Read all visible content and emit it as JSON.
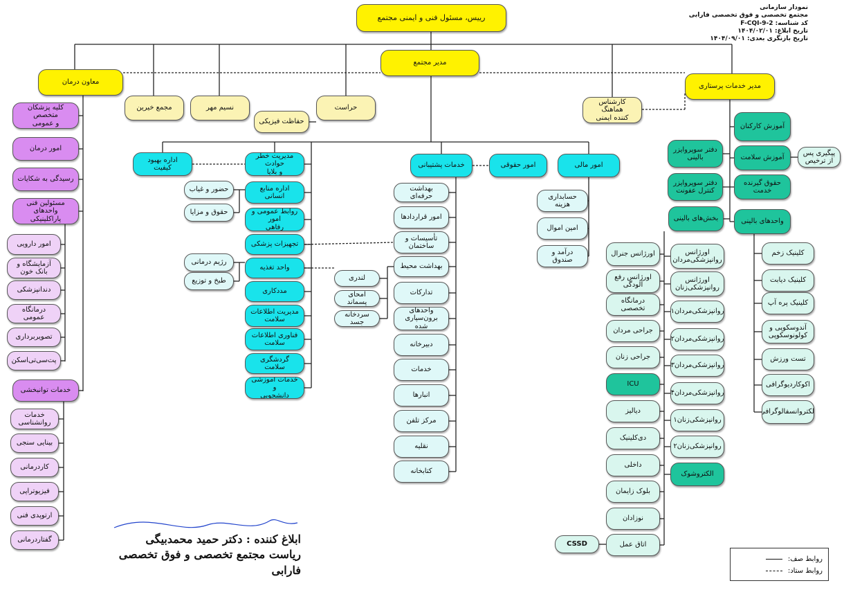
{
  "header": {
    "title": "نمودار سازمانی",
    "org": "مجتمع تخصصی و فوق تخصصی فارابی",
    "code": "کد شناسه: F-CQI-9-2",
    "issue_date": "تاریخ ابلاغ: ۱۴۰۴/۰۲/۰۱",
    "review_date": "تاریخ بازنگری بعدی: ۱۴۰۴/۰۹/۰۱"
  },
  "nodes": {
    "ceo": "رییس، مسئول فنی و ایمنی مجتمع",
    "director": "مدیر مجتمع",
    "treatment_deputy": "معاون درمان",
    "nursing_manager": "مدیر خدمات پرستاری",
    "benefactors": "مجمع خیرین",
    "seal": "نسیم مهر",
    "security": "حراست",
    "physical_protection": "حفاظت فیزیکی",
    "safety_expert": "کارشناس هماهنگ\nکننده ایمنی",
    "physicians": "کلیه پزشکان متخصص\nو عمومی",
    "medical_affairs": "امور درمان",
    "complaints": "رسیدگی به شکایات",
    "paraclinic_heads": "مسئولین فنی\nواحدهای پاراکلینیکی",
    "pharmacy": "امور دارویی",
    "lab": "آزمایشگاه و\nبانک خون",
    "dentistry": "دندانپزشکی",
    "general_clinic": "درمانگاه عمومی",
    "imaging": "تصویربرداری",
    "petscan": "پت‌سی‌تی‌اسکن",
    "rehab": "خدمات توانبخشی",
    "psychology": "خدمات\nروانشناسی",
    "optometry": "بینایی سنجی",
    "ot": "کاردرمانی",
    "physio": "فیزیوتراپی",
    "orthotics": "ارتوپدی فنی",
    "speech": "گفتاردرمانی",
    "quality": "اداره بهبود کیفیت",
    "disaster": "مدیریت خطر حوادث\nو بلایا",
    "hr": "اداره منابع انسانی",
    "attendance": "حضور و غیاب",
    "salary": "حقوق و مزایا",
    "pr": "روابط عمومی و امور\nرفاهی",
    "med_equipment": "تجهیزات پزشکی",
    "nutrition": "واحد تغذیه",
    "diet": "رژیم درمانی",
    "cooking": "طبخ و توزیع",
    "social_work": "مددکاری",
    "him": "مدیریت اطلاعات\nسلامت",
    "hit": "فناوری اطلاعات\nسلامت",
    "health_tourism": "گردشگری سلامت",
    "education": "خدمات آموزشی و\nدانشجویی",
    "support": "خدمات پشتیبانی",
    "legal": "امور حقوقی",
    "finance": "امور مالی",
    "occ_health": "بهداشت حرفه‌ای",
    "contracts": "امور قراردادها",
    "facilities": "تأسیسات و\nساختمان",
    "env_health": "بهداشت محیط",
    "laundry": "لندری",
    "waste": "امحای پسماند",
    "morgue": "سردخانه جسد",
    "procurement": "تدارکات",
    "outsourced": "واحدهای\nبرون‌سپاری شده",
    "secretariat": "دبیرخانه",
    "services": "خدمات",
    "warehouses": "انبارها",
    "telephone": "مرکز تلفن",
    "transport": "نقلیه",
    "library": "کتابخانه",
    "cost_accounting": "حسابداری هزینه",
    "property": "امین اموال",
    "revenue": "درآمد و صندوق",
    "staff_training": "آموزش کارکنان",
    "health_education": "آموزش سلامت",
    "followup": "پیگیری پس\nاز ترخیص",
    "clinical_supervisor": "دفتر سوپروایزر\nبالینی",
    "infection_supervisor": "دفتر سوپروایزر\nکنترل عفونت",
    "patient_rights": "حقوق گیرنده\nخدمت",
    "clinical_wards": "بخش‌های بالینی",
    "clinical_units": "واحدهای بالینی",
    "em_general": "اورژانس جنرال",
    "em_triage": "اورژانس رفع\nآلودگی",
    "specialty_clinic": "درمانگاه تخصصی",
    "men_surgery": "جراحی مردان",
    "women_surgery": "جراحی زنان",
    "icu": "ICU",
    "dialysis": "دیالیز",
    "day_clinic": "دی‌کلینیک",
    "internal": "داخلی",
    "maternity": "بلوک زایمان",
    "neonatal": "نوزادان",
    "or": "اتاق عمل",
    "cssd": "CSSD",
    "em_psych_men": "اورژانس\nروانپزشکی‌مردان",
    "em_psych_women": "اورژانس\nروانپزشکی‌زنان",
    "psych_men1": "روانپزشکی‌مردان۱",
    "psych_men2": "روانپزشکی‌مردان۲",
    "psych_men3": "روانپزشکی‌مردان۳",
    "psych_men4": "روانپزشکی‌مردان۴",
    "psych_women1": "روانپزشکی‌زنان۱",
    "psych_women2": "روانپزشکی‌زنان۲",
    "ect": "الکتروشوک",
    "wound": "کلینیک زخم",
    "diabetes": "کلینیک دیابت",
    "pre_op": "کلینیک پره آپ",
    "endoscopy": "آندوسکوپی و\nکولونوسکوپی",
    "exercise_test": "تست ورزش",
    "echo": "اکوکاردیوگرافی",
    "eeg": "الکتروانسفالوگرافی"
  },
  "signature": {
    "line1": "ابلاغ کننده : دکتر حمید محمدبیگی",
    "line2": "ریاست مجتمع تخصصی و فوق تخصصی فارابی"
  },
  "legend": {
    "line_label": "روابط صف:",
    "staff_label": "روابط ستاد:"
  }
}
